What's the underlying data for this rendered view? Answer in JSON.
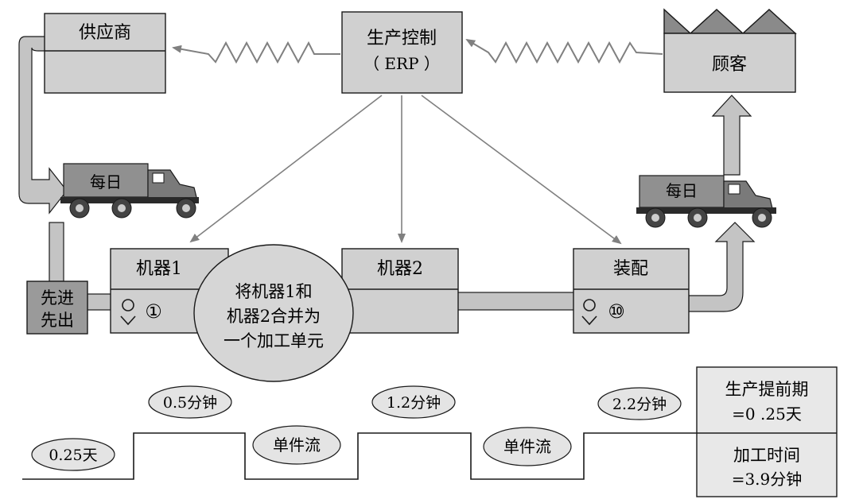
{
  "supplier": {
    "label": "供应商"
  },
  "control": {
    "label_line1": "生产控制",
    "label_line2": "（ ERP ）"
  },
  "customer": {
    "label": "顾客"
  },
  "truck_left": {
    "label": "每日"
  },
  "truck_right": {
    "label": "每日"
  },
  "fifo": {
    "line1": "先进",
    "line2": "先出"
  },
  "machine1": {
    "label": "机器1",
    "operators": "①"
  },
  "machine2": {
    "label": "机器2"
  },
  "assembly": {
    "label": "装配",
    "operators": "⑩"
  },
  "kaizen": {
    "line1": "将机器1和",
    "line2": "机器2合并为",
    "line3": "一个加工单元"
  },
  "timeline": {
    "wait_days": "0.25天",
    "cycle_machine1": "0.5分钟",
    "cycle_machine2": "1.2分钟",
    "cycle_assembly": "2.2分钟",
    "flow_1": "单件流",
    "flow_2": "单件流"
  },
  "summary": {
    "lead_line1": "生产提前期",
    "lead_line2": "=0 .25天",
    "proc_line1": "加工时间",
    "proc_line2": "=3.9分钟"
  },
  "colors": {
    "box": "#d0d0d0",
    "dark": "#8a8a8a",
    "line": "#1a1a1a",
    "arrow": "#808080"
  }
}
